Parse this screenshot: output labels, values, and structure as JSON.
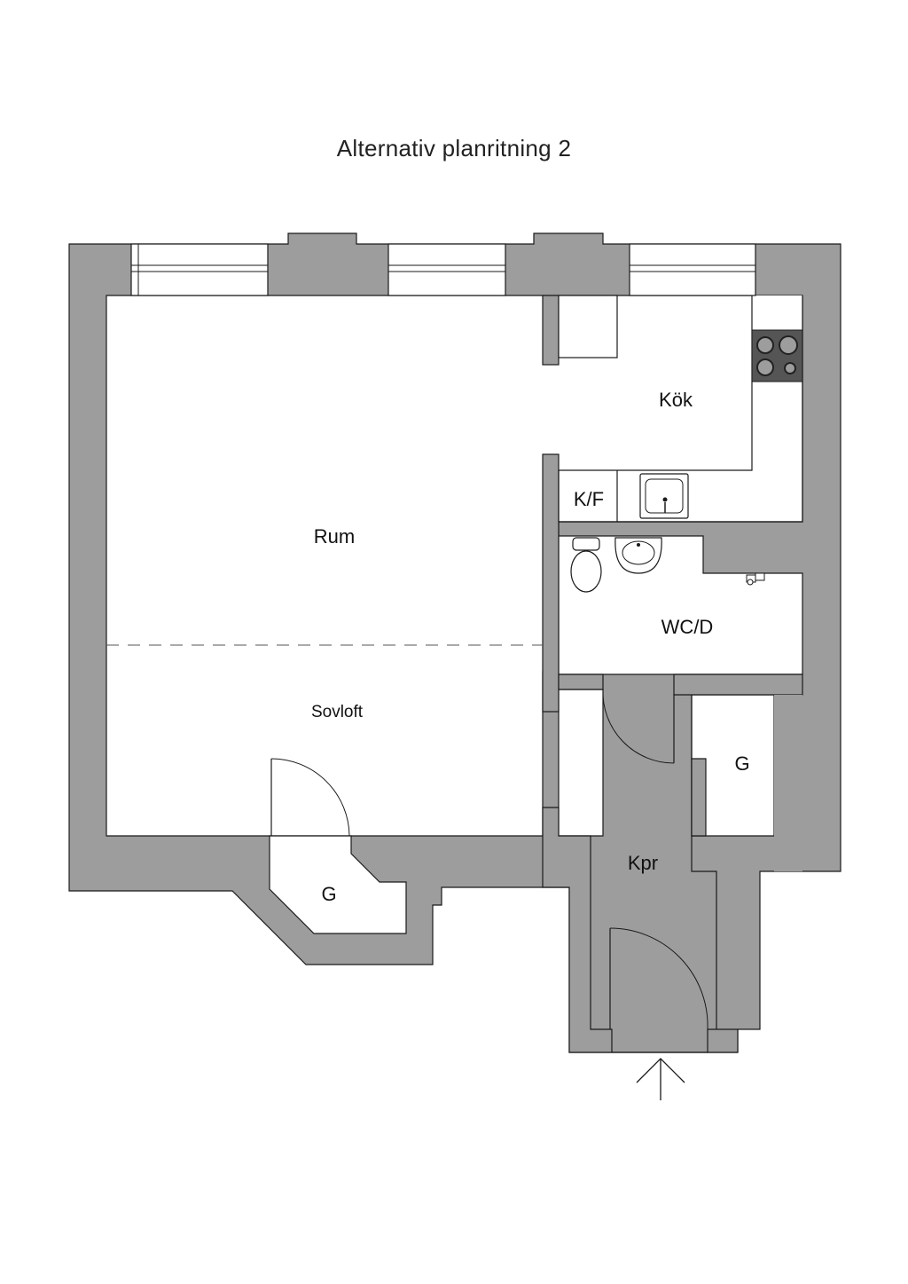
{
  "title": "Alternativ planritning 2",
  "rooms": {
    "rum": "Rum",
    "kok": "Kök",
    "kf": "K/F",
    "wcd": "WC/D",
    "sovloft": "Sovloft",
    "storage_right": "G",
    "storage_left": "G",
    "kpr": "Kpr"
  },
  "icons": {
    "stove": "stove-icon",
    "sink": "kitchen-sink-icon",
    "toilet": "toilet-icon",
    "washbasin": "washbasin-icon",
    "shower": "shower-icon",
    "entrance": "entrance-arrow-icon"
  },
  "colors": {
    "wall": "#9d9d9d",
    "line": "#1a1a1a",
    "background": "#ffffff"
  }
}
